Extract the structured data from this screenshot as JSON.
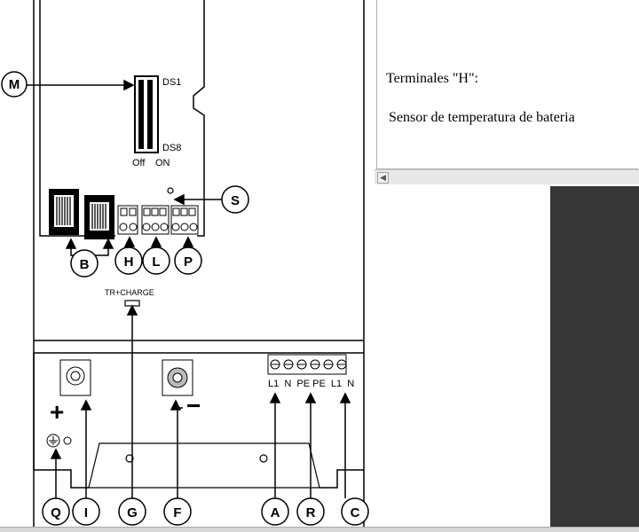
{
  "panel": {
    "line1": "Terminales  \"H\":",
    "line2": "Sensor de temperatura de bateria"
  },
  "labels": {
    "ds1": "DS1",
    "ds8": "DS8",
    "off": "Off",
    "on": "ON",
    "tr_charge": "TR+CHARGE",
    "plus": "+",
    "minus": "−",
    "terminal_row": "L1  N  PE PE  L1  N",
    "switch_small": "O"
  },
  "callouts": {
    "M": "M",
    "S": "S",
    "B": "B",
    "H": "H",
    "L": "L",
    "P": "P",
    "Q": "Q",
    "I": "I",
    "G": "G",
    "F": "F",
    "A": "A",
    "R": "R",
    "C": "C"
  },
  "colors": {
    "line": "#000000",
    "dark_block": "#363636",
    "background": "#ffffff"
  }
}
